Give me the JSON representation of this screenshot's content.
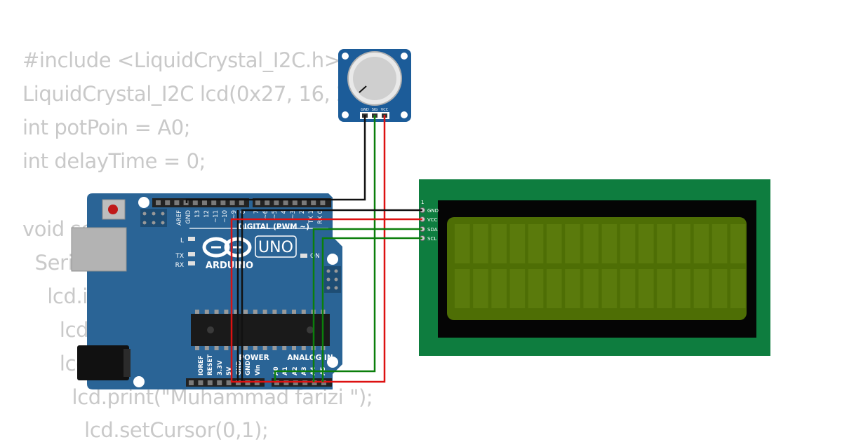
{
  "code_lines": [
    "#include <LiquidCrystal_I2C.h>",
    "LiquidCrystal_I2C lcd(0x27, 16, 2);",
    "int potPoin = A0;",
    "int delayTime = 0;",
    "void setup() {",
    "  Serial.begin(9600);",
    "    lcd.init();",
    "      lcd.backlight();",
    "      lcd.setCursor(0,0);",
    "        lcd.print(\"Muhammad farizi \");",
    "          lcd.setCursor(0,1);"
  ],
  "potentiometer": {
    "pins": [
      "GND",
      "SIG",
      "VCC"
    ]
  },
  "arduino": {
    "brand": "ARDUINO",
    "model": "UNO",
    "digital_header_label": "DIGITAL (PWM ~)",
    "digital_pins": [
      "AREF",
      "GND",
      "13",
      "12",
      "~11",
      "~10",
      "~9",
      "8",
      "7",
      "~6",
      "~5",
      "4",
      "~3",
      "2",
      "TX 1",
      "RX 0"
    ],
    "led_labels": [
      "L",
      "TX",
      "RX"
    ],
    "on_label": "ON",
    "power_header_label": "POWER",
    "power_pins": [
      "IOREF",
      "RESET",
      "3.3V",
      "5V",
      "GND",
      "GND",
      "Vin"
    ],
    "analog_header_label": "ANALOG IN",
    "analog_pins": [
      "A0",
      "A1",
      "A2",
      "A3",
      "A4",
      "A5"
    ]
  },
  "lcd": {
    "pin_one_label": "1",
    "pins": [
      "GND",
      "VCC",
      "SDA",
      "SCL"
    ],
    "rows": 2,
    "columns": 16
  },
  "colors": {
    "board_blue": "#2a6496",
    "lcd_pcb_green": "#0e7d3f",
    "lcd_screen": "#4e6e05",
    "wire_red": "#dd1111",
    "wire_green": "#0b7f0b",
    "wire_black": "#111111",
    "code_text": "#c9c9c9"
  }
}
